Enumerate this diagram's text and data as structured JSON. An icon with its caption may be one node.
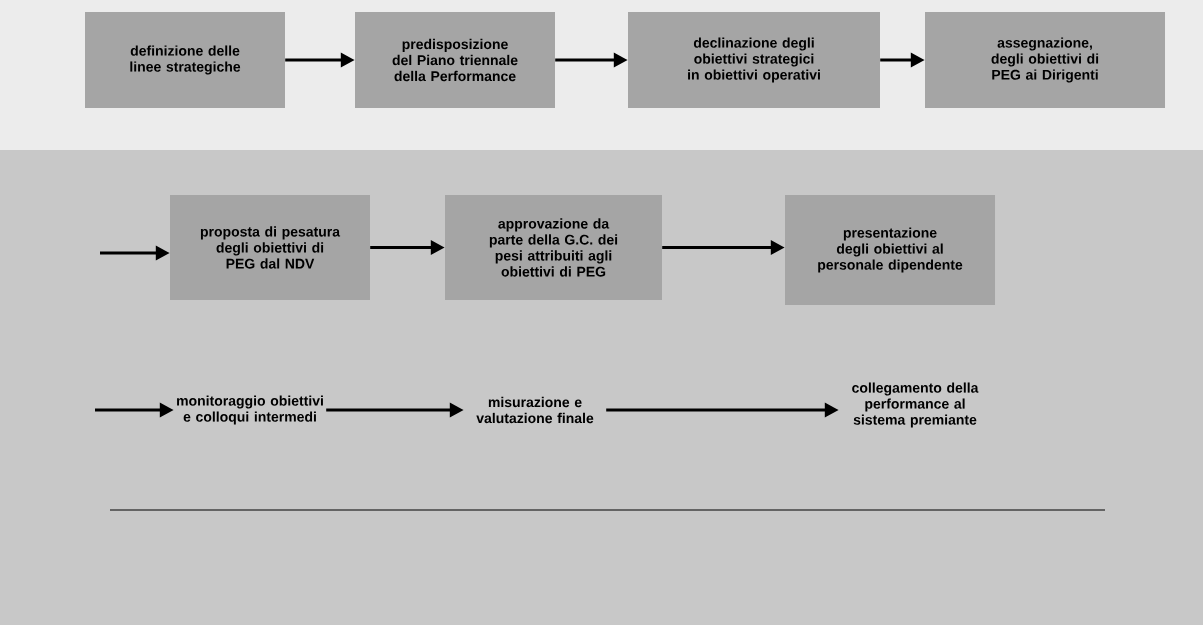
{
  "diagram": {
    "nodes": [
      {
        "text": [
          "definizione delle linee strategiche"
        ]
      },
      {
        "text": [
          "predisposizione del Piano triennale della Performance"
        ]
      },
      {
        "text": [
          "declinazione degli obiettivi strategici in obiettivi operativi"
        ]
      },
      {
        "text": [
          "assegnazione, degli obiettivi di PEG ai Dirigenti"
        ]
      },
      {
        "text": [
          "proposta di pesatura degli obiettivi di PEG dal NDV"
        ]
      },
      {
        "text": [
          "approvazione da parte della G.C. dei pesi attribuiti agli obiettivi di PEG"
        ]
      },
      {
        "text": [
          "presentazione degli obiettivi al personale dipendente"
        ]
      },
      {
        "text": [
          "monitoraggio obiettivi e colloqui intermedi"
        ]
      },
      {
        "text": [
          "misurazione e valutazione finale"
        ]
      },
      {
        "text": [
          "collegamento della performance al sistema premiante"
        ]
      }
    ],
    "edges": [
      {
        "from": 0,
        "to": 1,
        "arrow": "to"
      },
      {
        "from": 1,
        "to": 2,
        "arrow": "to"
      },
      {
        "from": 2,
        "to": 3,
        "arrow": "to"
      },
      {
        "from": null,
        "to": 4,
        "arrow": "to"
      },
      {
        "from": 4,
        "to": 5,
        "arrow": "to"
      },
      {
        "from": 5,
        "to": 6,
        "arrow": "to"
      },
      {
        "from": null,
        "to": 7,
        "arrow": "to"
      },
      {
        "from": 7,
        "to": 8,
        "arrow": "to"
      },
      {
        "from": 8,
        "to": 9,
        "arrow": "to"
      }
    ]
  }
}
